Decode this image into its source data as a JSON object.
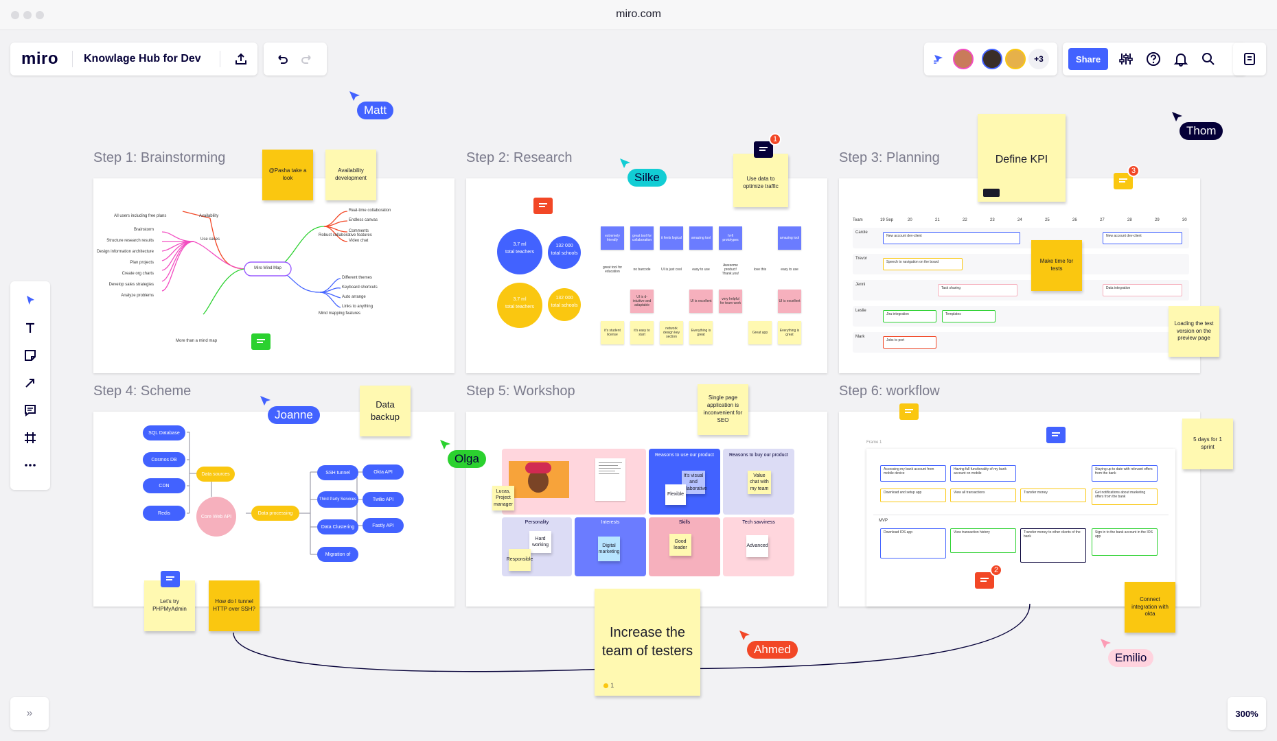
{
  "browser": {
    "url": "miro.com"
  },
  "app": {
    "logo": "miro",
    "board_title": "Knowlage Hub for Dev"
  },
  "collab": {
    "extra_count": "+3",
    "share_label": "Share"
  },
  "zoom": "300%",
  "colors": {
    "accent": "#4262ff",
    "sticky_yellow": "#fff9b1",
    "sticky_orange": "#fac710",
    "comment_red": "#f24726",
    "comment_green": "#2bd12f",
    "pink": "#f6b0bd"
  },
  "cursors": [
    {
      "name": "Matt",
      "color": "#4262ff"
    },
    {
      "name": "Thom",
      "color": "#050038"
    },
    {
      "name": "Silke",
      "color": "#12cdd4"
    },
    {
      "name": "Joanne",
      "color": "#4262ff"
    },
    {
      "name": "Olga",
      "color": "#2bd12f"
    },
    {
      "name": "Ahmed",
      "color": "#f24726"
    },
    {
      "name": "Emilio",
      "color": "#fc9cb5"
    }
  ],
  "frames": [
    {
      "title": "Step 1: Brainstorming"
    },
    {
      "title": "Step 2: Research"
    },
    {
      "title": "Step 3: Planning"
    },
    {
      "title": "Step 4: Scheme"
    },
    {
      "title": "Step 5: Workshop"
    },
    {
      "title": "Step  6: workflow"
    }
  ],
  "comment_badges": {
    "research": "1",
    "planning": "3",
    "workflow": "2"
  },
  "stickies": {
    "pasha": "@Pasha take a look",
    "availability": "Availability development",
    "use_data": "Use data to optimize traffic",
    "define_kpi": "Define KPI",
    "make_time": "Make time for tests",
    "loading": "Loading the test version on the preview page",
    "data_backup": "Data backup",
    "single_page": "Single page application is inconvenient for SEO",
    "five_days": "5 days for 1 sprint",
    "lets_try": "Let's try PHPMyAdmin",
    "tunnel": "How do I tunnel HTTP over SSH?",
    "increase": "Increase the team of testers",
    "increase_votes": "1",
    "connect": "Connect integration with okta"
  },
  "mindmap": {
    "center": "Miro Mind Map",
    "left_top": "Availability",
    "left_top_leaf": "All users including free plans",
    "use_cases": "Use cases",
    "use_case_items": [
      "Brainstorm",
      "Structure research results",
      "Design information architecture",
      "Plan projects",
      "Create org charts",
      "Develop sales strategies",
      "Analyze problems"
    ],
    "more": "More than a mind map",
    "robust": "Robust collaborative features",
    "robust_items": [
      "Real-time collaboration",
      "Endless canvas",
      "Comments",
      "Video chat"
    ],
    "mapping": "Mind mapping features",
    "mapping_items": [
      "Different themes",
      "Keyboard shortcuts",
      "Auto arrange",
      "Links to anything"
    ]
  },
  "research": {
    "circles": [
      {
        "value": "3.7 ml",
        "label": "total teachers"
      },
      {
        "value": "132 000",
        "label": "total schools"
      },
      {
        "value": "3.7 ml",
        "label": "total teachers"
      },
      {
        "value": "132 000",
        "label": "total schools"
      }
    ],
    "blue_row": [
      "extremely friendly",
      "great tool for collaboration",
      "it feels logical",
      "amazing tool",
      "hi-fi prototypes",
      "",
      "amazing tool"
    ],
    "text_row": [
      "great tool for education",
      "no barcode",
      "UI is just cool",
      "easy to use",
      "Awesome product! Thank you!",
      "love this",
      "easy to use"
    ],
    "pink_row": [
      "",
      "UI is d- intuitive and adaptable",
      "",
      "UI is excellent",
      "very helpful for team work",
      "",
      "UI is excellent"
    ],
    "yellow_row": [
      "it's student license",
      "it's easy to start",
      "network design key section",
      "Everything is great",
      "",
      "Great app",
      "Everything is great"
    ]
  },
  "planning": {
    "header": [
      "Team",
      "19 Sep",
      "20",
      "21",
      "22",
      "23",
      "24",
      "25",
      "26",
      "27",
      "28",
      "29",
      "30"
    ],
    "rows": [
      "Carole",
      "Trevor",
      "Jenni",
      "Leslie",
      "Mark"
    ],
    "tasks": [
      "New account dev-client",
      "New account dev-client",
      "Speech to navigation on the board",
      "Task sharing",
      "Data integration",
      "Jira integration",
      "Templates",
      "Jobs to port"
    ]
  },
  "scheme": {
    "left": [
      "SQL Database",
      "Cosmos DB",
      "CDN",
      "Redis"
    ],
    "sources": "Data sources",
    "core": "Core Web API",
    "processing": "Data processing",
    "mid": [
      "SSH tunnel",
      "Third Party Services",
      "Data Clustering",
      "Migration of"
    ],
    "right": [
      "Okta API",
      "Twilio API",
      "Fastly API"
    ]
  },
  "workshop": {
    "persona_note": "Lucas, Project manager",
    "reasons_use": "Reasons to use our product",
    "reasons_buy": "Reasons to buy our product",
    "visual_note": "It's visual and collaborative",
    "flexible": "Flexible",
    "value_note": "Value chat with my team",
    "cats": [
      "Personality",
      "Interests",
      "Skills",
      "Tech savviness"
    ],
    "cat_notes": [
      "Hard working",
      "Responsible",
      "Digital marketing",
      "Good leader",
      "Advanced"
    ]
  },
  "workflow": {
    "frame_label": "Frame 1",
    "top_cards": [
      "Accessing my bank account from mobile device",
      "Having full functionality of my bank account on mobile",
      "",
      "Staying up to date with relevant offers from the bank"
    ],
    "second_cards": [
      "Download and setup app",
      "View all transactions",
      "Transfer money",
      "Get notifications about marketing offers from the bank"
    ],
    "mvp": "MVP",
    "mvp_cards": [
      "Download IOS app",
      "View transaction history",
      "Transfer money to other clients of the bank",
      "Sign in to the bank account in the IOS app"
    ]
  }
}
